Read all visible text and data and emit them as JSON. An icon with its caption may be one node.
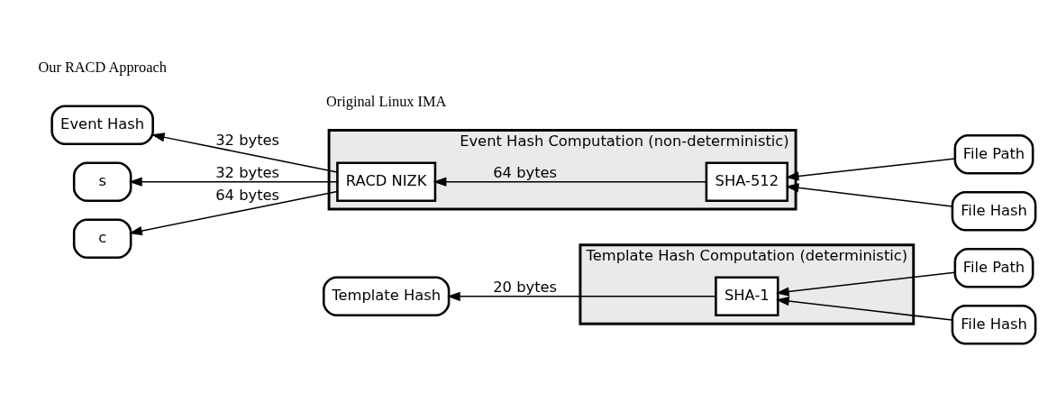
{
  "diagram": {
    "nodes": [
      {
        "text": [
          "Template Hash Computation (deterministic)"
        ]
      },
      {
        "text": [
          "SHA-1"
        ],
        "in": 0
      },
      {
        "text": [
          "Template Hash"
        ]
      },
      {
        "text": [
          "File Path"
        ]
      },
      {
        "text": [
          "File Hash"
        ]
      },
      {
        "text": [
          "Event Hash Computation (non-deterministic)"
        ]
      },
      {
        "text": [
          "RACD NIZK"
        ],
        "in": 5
      },
      {
        "text": [
          "SHA-512"
        ],
        "in": 5
      },
      {
        "text": [
          "Event Hash"
        ]
      },
      {
        "text": [
          "s"
        ]
      },
      {
        "text": [
          "c"
        ]
      },
      {
        "text": [
          "File Path"
        ]
      },
      {
        "text": [
          "File Hash"
        ]
      }
    ],
    "edges": [
      {
        "from": 3,
        "to": 1,
        "arrow": "to"
      },
      {
        "from": 4,
        "to": 1,
        "arrow": "to"
      },
      {
        "from": 1,
        "to": 2,
        "arrow": "to",
        "label": "20 bytes"
      },
      {
        "from": 11,
        "to": 7,
        "arrow": "to"
      },
      {
        "from": 12,
        "to": 7,
        "arrow": "to"
      },
      {
        "from": 7,
        "to": 6,
        "arrow": "to",
        "label": "64 bytes"
      },
      {
        "from": 6,
        "to": 8,
        "arrow": "to",
        "label": "32 bytes"
      },
      {
        "from": 6,
        "to": 9,
        "arrow": "to",
        "label": "32 bytes"
      },
      {
        "from": 6,
        "to": 10,
        "arrow": "to",
        "label": "64 bytes"
      }
    ],
    "labels": [
      "Original Linux IMA",
      "Our RACD Approach"
    ]
  }
}
